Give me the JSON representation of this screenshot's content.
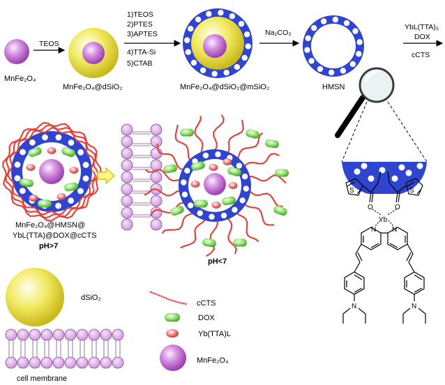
{
  "labels": {
    "mnfe2o4": "MnFe₂O₄",
    "mnfe2o4_dsio2": "MnFe₂O₄@dSiO₂",
    "mnfe2o4_dsio2_msio2": "MnFe₂O₄@dSiO₂@mSiO₂",
    "hmsn": "HMSN",
    "composite_line1": "MnFe₂O₄@HMSN@",
    "composite_line2": "YbL(TTA)@DOX@cCTS",
    "ph_gt7": "pH>7",
    "ph_lt7": "pH<7"
  },
  "arrows": {
    "a1": [
      "TEOS"
    ],
    "a2": [
      "1)TEOS",
      "2)PTES",
      "3)APTES",
      "4)TTA-Si",
      "5)CTAB"
    ],
    "a3": [
      "Na₂CO₃"
    ],
    "a4": [
      "YbL(TTA)₃",
      "DOX",
      "cCTS"
    ]
  },
  "structure": {
    "S": "S",
    "O": "O",
    "Yb": "Yb",
    "N": "N"
  },
  "legend": {
    "dsio2": "dSiO₂",
    "cell_membrane": "cell membrane",
    "ccts": "cCTS",
    "dox": "DOX",
    "ybttal": "Yb(TTA)L",
    "mnfe2o4": "MnFe₂O₄"
  },
  "colors": {
    "core_purple": "#c97cd8",
    "shell_yellow": "#ede04a",
    "shell_blue": "#2f45cf",
    "dox_green": "#7edc5a",
    "yb_red": "#e2595b",
    "ccts_red": "#e0443f",
    "membrane_pink": "#d9a2e3",
    "membrane_stroke": "#7b4f8a"
  }
}
